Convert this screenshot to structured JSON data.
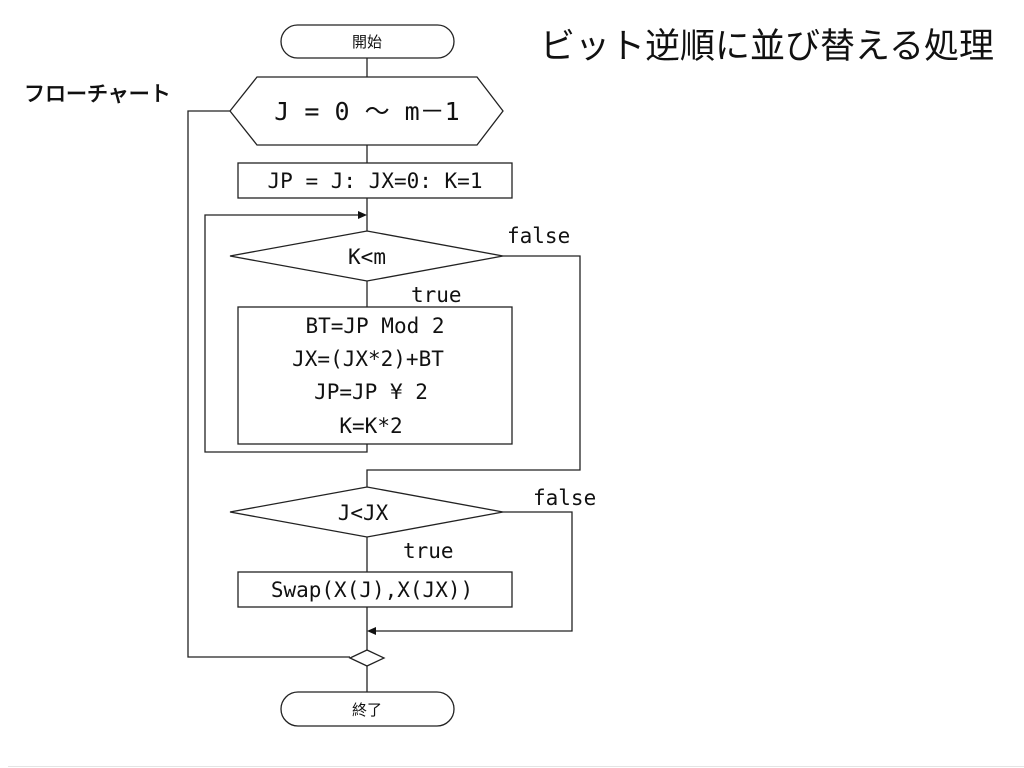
{
  "slide": {
    "title": "ビット逆順に並び替える処理",
    "side_label": "フローチャート"
  },
  "flowchart": {
    "start": "開始",
    "loop": "J = 0 ～ m－1",
    "init": "JP = J: JX=0: K=1",
    "cond1": "K<m",
    "cond1_true": "true",
    "cond1_false": "false",
    "body": [
      "BT=JP Mod 2",
      "JX=(JX*2)+BT",
      "JP=JP ¥ 2",
      "K=K*2"
    ],
    "cond2": "J<JX",
    "cond2_true": "true",
    "cond2_false": "false",
    "swap": "Swap(X(J),X(JX))",
    "end": "終了"
  }
}
